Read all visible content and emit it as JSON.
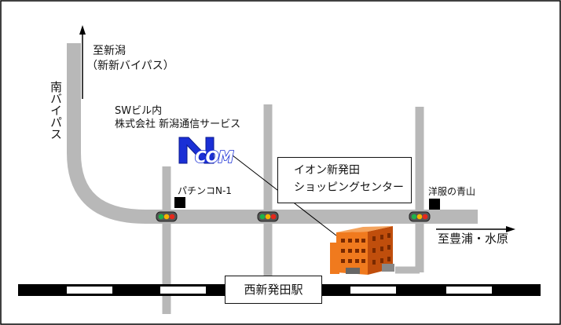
{
  "map": {
    "north_label": "至新潟",
    "north_sub_label": "（新新バイパス）",
    "bypass_label": "南バイパス",
    "company_line1": "SWビル内",
    "company_line2": "株式会社 新潟通信サービス",
    "logo_text": "NCOM",
    "pachinko_label": "パチンコN-1",
    "aeon_line1": "イオン新発田",
    "aeon_line2": "ショッピングセンター",
    "aoyama_label": "洋服の青山",
    "east_label": "至豊浦・水原",
    "station_label": "西新発田駅"
  },
  "colors": {
    "road": "#b8b8b8",
    "building": "#f07a1e",
    "logo_blue": "#1a2fd6"
  }
}
